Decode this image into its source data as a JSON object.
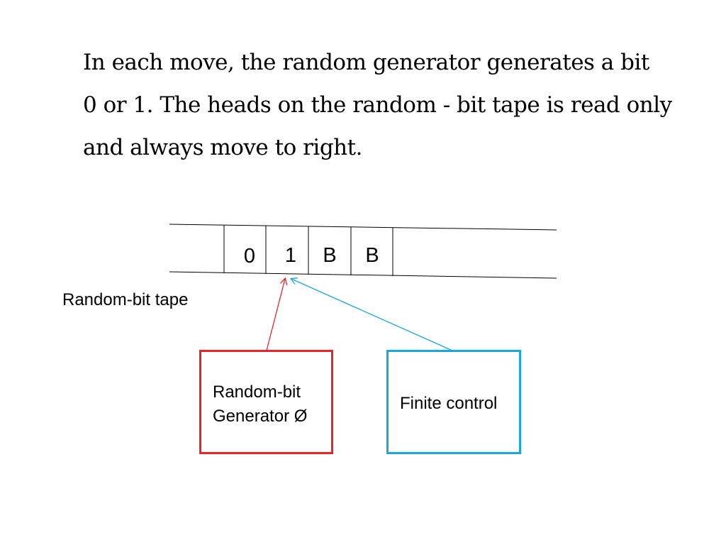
{
  "paragraph": {
    "lines": [
      "In each move, the random generator generates a bit",
      "0 or 1. The  heads on the random - bit tape is read only",
      "and always move to right."
    ]
  },
  "tape": {
    "cells": [
      "0",
      "1",
      "B",
      "B"
    ],
    "label": "Random-bit tape"
  },
  "generator_box": {
    "line1": "Random-bit",
    "line2": "Generator Ø",
    "color": "#e8242c"
  },
  "control_box": {
    "label": "Finite control",
    "color": "#1aa7e0"
  },
  "colors": {
    "text": "#000000",
    "generator_arrow": "#e8242c",
    "control_arrow": "#1aa7e0"
  }
}
